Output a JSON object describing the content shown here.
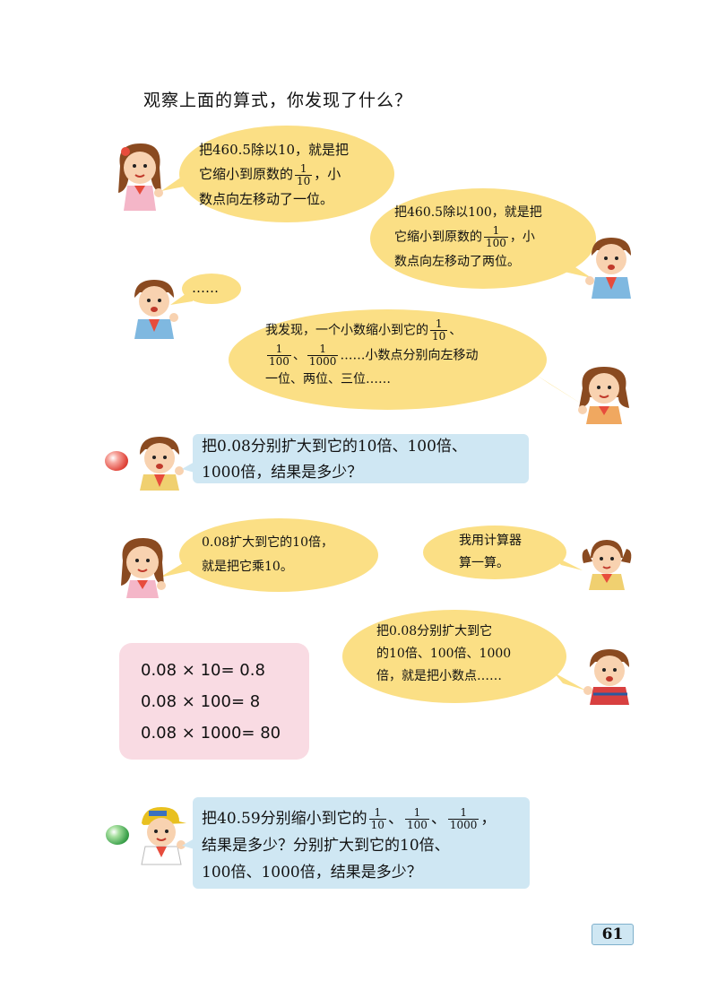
{
  "heading": "观察上面的算式，你发现了什么？",
  "bubble1": {
    "line1": "把460.5除以10，就是把",
    "line2a": "它缩小到原数的",
    "frac_num": "1",
    "frac_den": "10",
    "line2b": "，小",
    "line3": "数点向左移动了一位。"
  },
  "bubble2": {
    "line1": "把460.5除以100，就是把",
    "line2a": "它缩小到原数的",
    "frac_num": "1",
    "frac_den": "100",
    "line2b": "，小",
    "line3": "数点向左移动了两位。"
  },
  "bubble3": {
    "text": "……"
  },
  "bubble4": {
    "line1": "我发现，一个小数缩小到它的",
    "f1_num": "1",
    "f1_den": "10",
    "sep1": "、",
    "f2_num": "1",
    "f2_den": "100",
    "sep2": "、",
    "f3_num": "1",
    "f3_den": "1000",
    "line2b": "……小数点分别向左移动",
    "line3": "一位、两位、三位……"
  },
  "question1": {
    "line1": "把0.08分别扩大到它的10倍、100倍、",
    "line2": "1000倍，结果是多少？"
  },
  "bubble5": {
    "line1": "0.08扩大到它的10倍，",
    "line2": "就是把它乘10。"
  },
  "bubble6": {
    "line1": "我用计算器",
    "line2": "算一算。"
  },
  "bubble7": {
    "line1": "把0.08分别扩大到它",
    "line2": "的10倍、100倍、1000",
    "line3": "倍，就是把小数点……"
  },
  "calculations": [
    "0.08 × 10= 0.8",
    "0.08 × 100= 8",
    "0.08 × 1000= 80"
  ],
  "question2": {
    "line1a": "把40.59分别缩小到它的",
    "f1_num": "1",
    "f1_den": "10",
    "sep1": "、",
    "f2_num": "1",
    "f2_den": "100",
    "sep2": "、",
    "f3_num": "1",
    "f3_den": "1000",
    "line1b": "，",
    "line2": "结果是多少？分别扩大到它的10倍、",
    "line3": "100倍、1000倍，结果是多少？"
  },
  "page_number": "61",
  "colors": {
    "bubble": "#fbdf85",
    "question_box": "#cfe7f3",
    "calc_box": "#f9dbe3"
  }
}
